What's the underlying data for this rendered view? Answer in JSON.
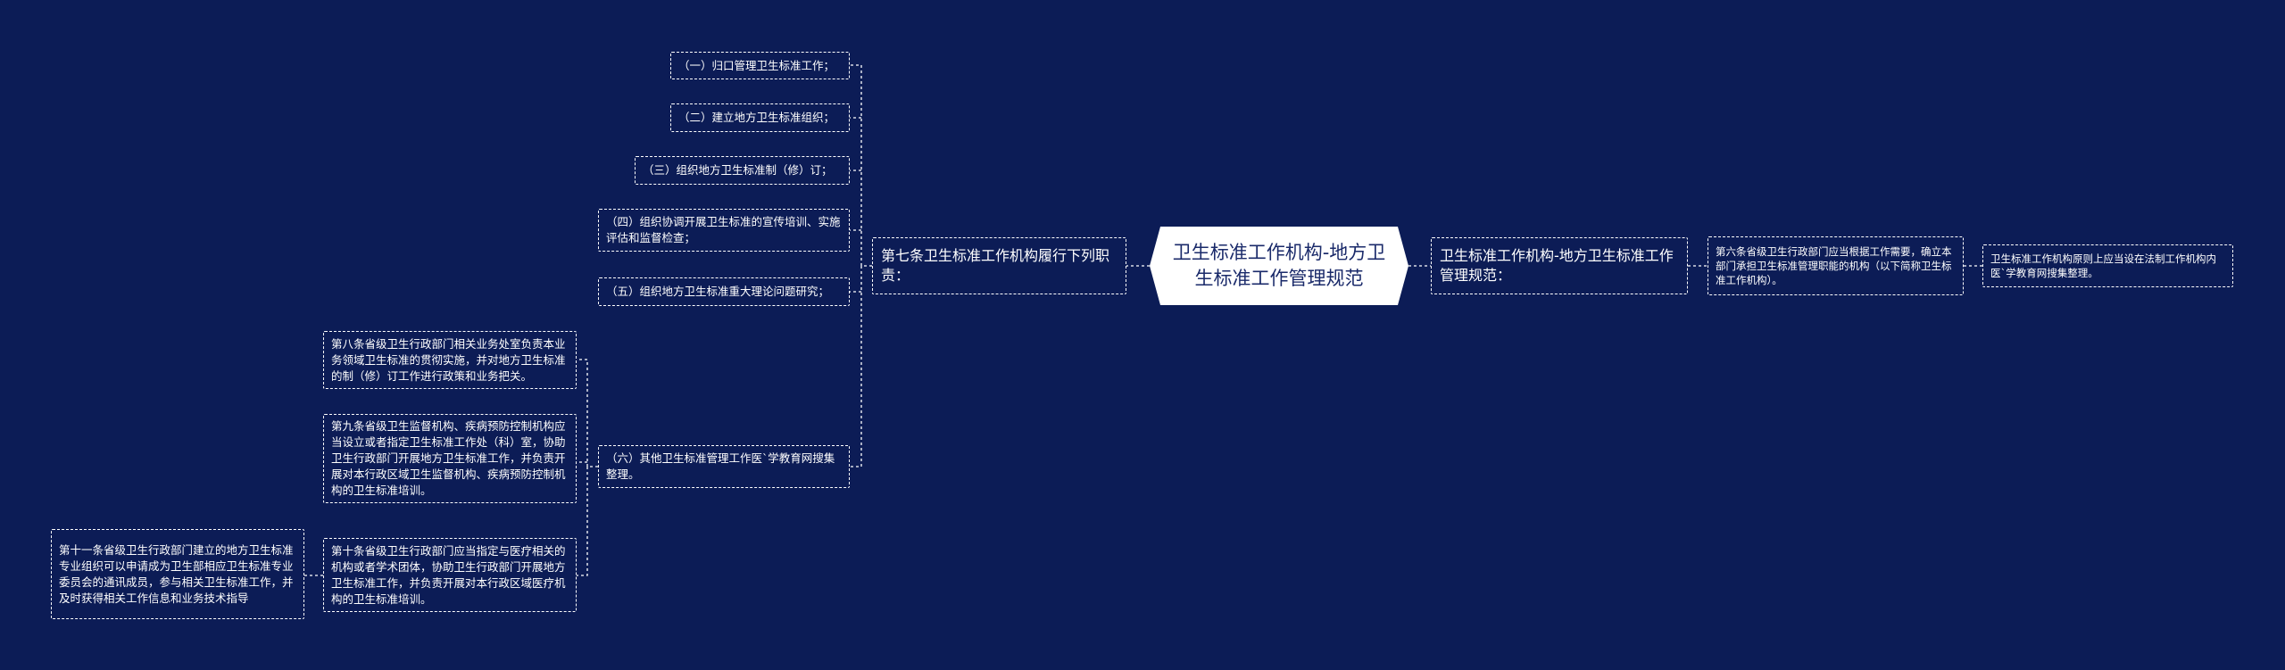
{
  "root": {
    "title": "卫生标准工作机构-地方卫生标准工作管理规范"
  },
  "right_branch": {
    "l1": "卫生标准工作机构-地方卫生标准工作管理规范：",
    "l2": "第六条省级卫生行政部门应当根据工作需要，确立本部门承担卫生标准管理职能的机构（以下简称卫生标准工作机构）。",
    "l3": "卫生标准工作机构原则上应当设在法制工作机构内医`学教育网搜集整理。"
  },
  "left_branch": {
    "l1": "第七条卫生标准工作机构履行下列职责：",
    "items": [
      "（一）归口管理卫生标准工作；",
      "（二）建立地方卫生标准组织；",
      "（三）组织地方卫生标准制（修）订；",
      "（四）组织协调开展卫生标准的宣传培训、实施评估和监督检查；",
      "（五）组织地方卫生标准重大理论问题研究；",
      "（六）其他卫生标准管理工作医`学教育网搜集整理。"
    ],
    "sub_items": [
      "第八条省级卫生行政部门相关业务处室负责本业务领域卫生标准的贯彻实施，并对地方卫生标准的制（修）订工作进行政策和业务把关。",
      "第九条省级卫生监督机构、疾病预防控制机构应当设立或者指定卫生标准工作处（科）室，协助卫生行政部门开展地方卫生标准工作，并负责开展对本行政区域卫生监督机构、疾病预防控制机构的卫生标准培训。",
      "第十条省级卫生行政部门应当指定与医疗相关的机构或者学术团体，协助卫生行政部门开展地方卫生标准工作，并负责开展对本行政区域医疗机构的卫生标准培训。"
    ],
    "deep_item": "第十一条省级卫生行政部门建立的地方卫生标准专业组织可以申请成为卫生部相应卫生标准专业委员会的通讯成员，参与相关卫生标准工作，并及时获得相关工作信息和业务技术指导"
  }
}
